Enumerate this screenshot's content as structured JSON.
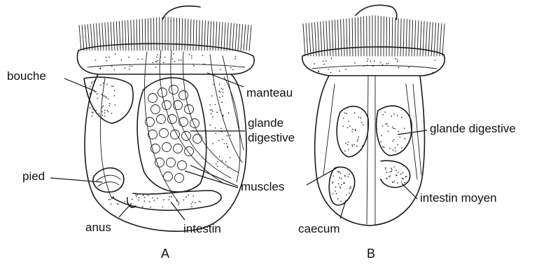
{
  "figure": {
    "panel_a": {
      "letter": "A",
      "labels": {
        "bouche": "bouche",
        "manteau": "manteau",
        "glande_line1": "glande",
        "glande_line2": "digestive",
        "pied": "pied",
        "muscles": "muscles",
        "anus": "anus",
        "intestin": "intestin"
      }
    },
    "panel_b": {
      "letter": "B",
      "labels": {
        "glande_digestive": "glande digestive",
        "intestin_moyen": "intestin moyen",
        "caecum": "caecum"
      }
    },
    "colors": {
      "ink": "#1a1a1a",
      "background": "#ffffff"
    }
  }
}
